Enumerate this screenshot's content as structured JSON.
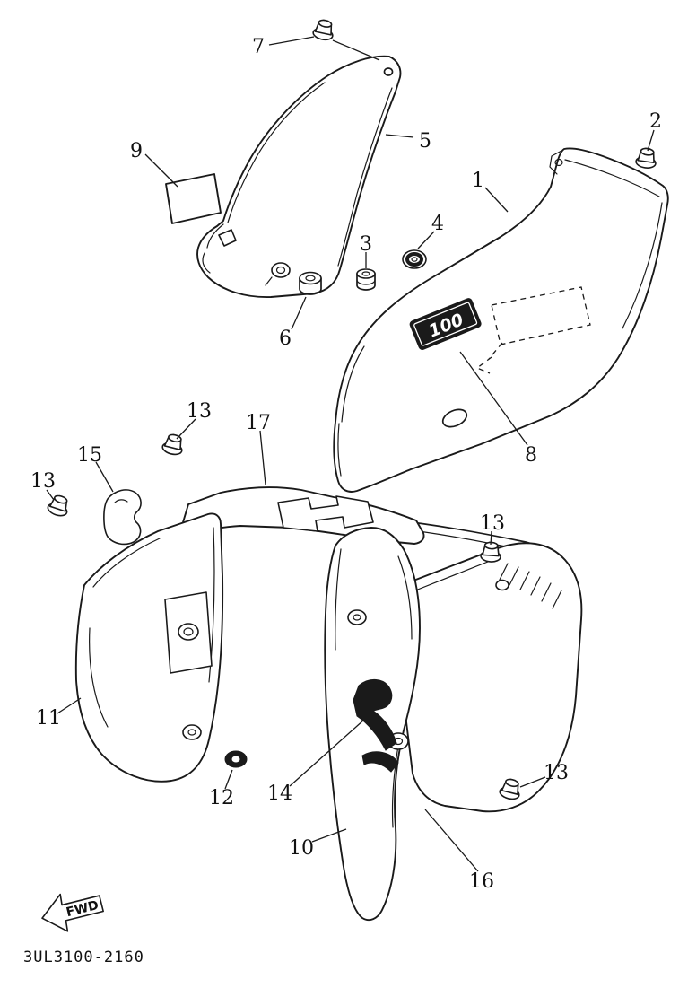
{
  "page": {
    "background": "#ffffff",
    "ink": "#1a1a1a",
    "emblem_fill": "#1a1a1a"
  },
  "diagram": {
    "code": "3UL3100-2160",
    "fwd_label": "FWD",
    "emblem_text": "100",
    "callouts": {
      "1": "1",
      "2": "2",
      "3": "3",
      "4": "4",
      "5": "5",
      "6": "6",
      "7": "7",
      "8": "8",
      "9": "9",
      "10": "10",
      "11": "11",
      "12": "12",
      "13": "13",
      "14": "14",
      "15": "15",
      "16": "16",
      "17": "17"
    }
  }
}
